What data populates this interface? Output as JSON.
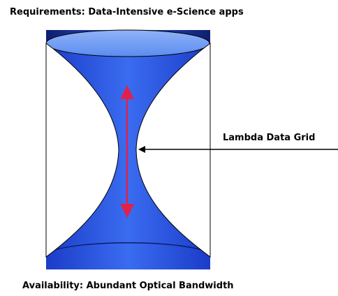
{
  "diagram": {
    "top_label": "Requirements: Data-Intensive e-Science apps",
    "bottom_label": "Availability: Abundant Optical Bandwidth",
    "pointer_label": "Lambda Data Grid",
    "colors": {
      "funnel_blue": "#2f5fe6",
      "ellipse_blue": "#6f9cf2",
      "band_dark": "#1c2f8c",
      "arrow_red": "#e0214a",
      "outline": "#000000"
    }
  }
}
